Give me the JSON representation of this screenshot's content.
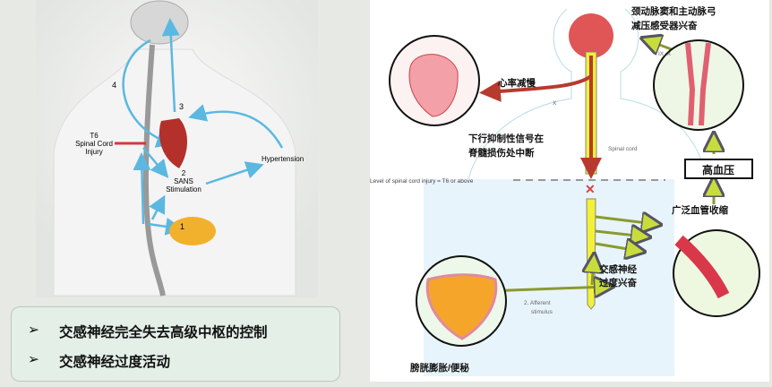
{
  "left_diagram": {
    "step4": "4",
    "step3": "3",
    "injury_label": [
      "T6",
      "Spinal Cord",
      "Injury"
    ],
    "step2": "2",
    "sans_label": [
      "SANS",
      "Stimulation"
    ],
    "hypertension": "Hypertension",
    "step1": "1"
  },
  "right_diagram": {
    "baroreceptor": [
      "颈动脉窦和主动脉弓",
      "减压感受器兴奋"
    ],
    "nerve_ix_x": "IX, X",
    "nerve_x": "X",
    "heart_rate": "心率减慢",
    "descending_signal": [
      "下行抑制性信号在",
      "脊髓损伤处中断"
    ],
    "spinal_cord": "Spinal cord",
    "injury_level": "Level of spinal cord injury = T6 or above",
    "hypertension": "高血压",
    "vasoconstriction": "广泛血管收缩",
    "sympathetic": [
      "交感神经",
      "过度兴奋"
    ],
    "afferent": [
      "2. Afferent",
      "stimulus"
    ],
    "bladder": "膀胱膨胀/便秘"
  },
  "bullets": [
    {
      "icon": "arrow-bullet-icon",
      "text": "交感神经完全失去高级中枢的控制"
    },
    {
      "icon": "arrow-bullet-icon",
      "text": "交感神经过度活动"
    }
  ],
  "colors": {
    "arrow_blue": "#5bb8e0",
    "arrow_green": "#c8dc3c",
    "cord_yellow": "#f2f03a",
    "injury_red": "#d23a3a"
  }
}
